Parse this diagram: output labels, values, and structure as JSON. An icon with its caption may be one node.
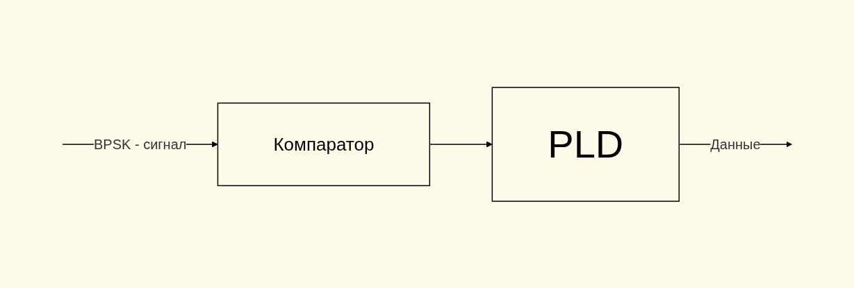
{
  "diagram": {
    "nodes": [
      {
        "text": [
          "Компаратор"
        ]
      },
      {
        "text": [
          "PLD"
        ]
      }
    ],
    "edges": [
      {
        "from": null,
        "to": 0,
        "arrow": "to",
        "label": "BPSK - сигнал"
      },
      {
        "from": 0,
        "to": 1,
        "arrow": "to"
      },
      {
        "from": 1,
        "to": null,
        "arrow": "to",
        "label": "Данные"
      }
    ]
  }
}
